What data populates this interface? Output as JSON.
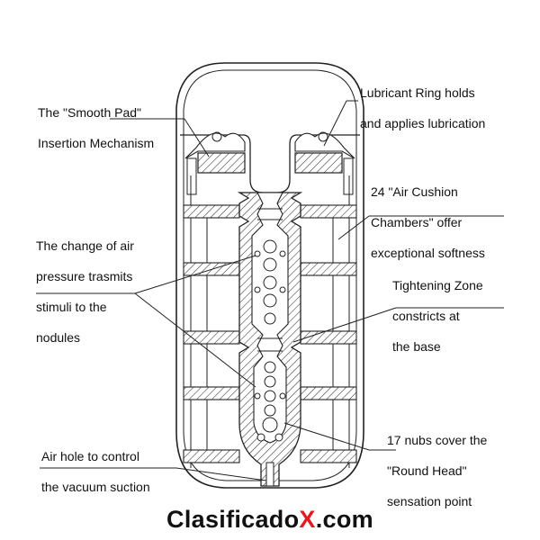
{
  "labels": {
    "smooth_pad": [
      "The \"Smooth Pad\"",
      "Insertion Mechanism"
    ],
    "lubricant_ring": [
      "Lubricant Ring holds",
      "and applies lubrication"
    ],
    "air_cushion": [
      "24 \"Air Cushion",
      "Chambers\" offer",
      "exceptional softness"
    ],
    "air_pressure": [
      "The change of air",
      "pressure trasmits",
      "stimuli to the",
      "nodules"
    ],
    "tightening_zone": [
      "Tightening Zone",
      "constricts at",
      "the base"
    ],
    "nubs": [
      "17 nubs cover the",
      "\"Round Head\"",
      "sensation point"
    ],
    "air_hole": [
      "Air hole to control",
      "the vacuum suction"
    ]
  },
  "watermark": {
    "part1": "Clasificado",
    "part2": "X",
    "part3": ".com",
    "accent_color": "#e21b23"
  }
}
